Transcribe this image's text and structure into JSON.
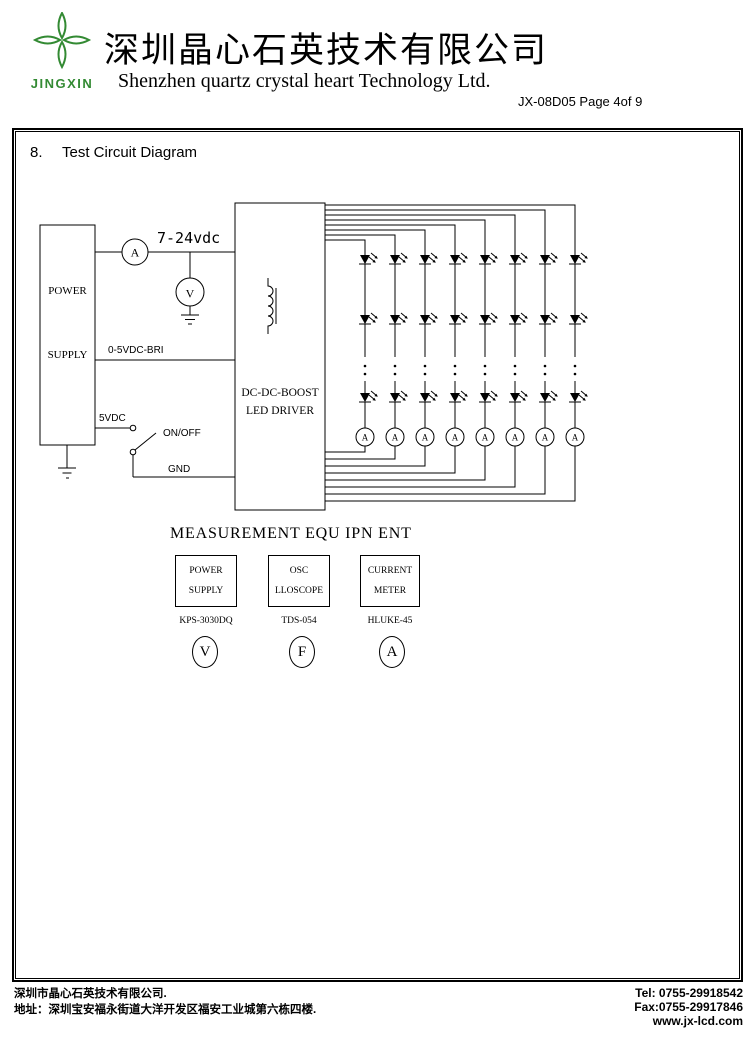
{
  "header": {
    "logo": {
      "name": "JINGXIN",
      "color": "#338a33"
    },
    "company_cn": "深圳晶心石英技术有限公司",
    "company_en": "Shenzhen quartz crystal heart Technology Ltd.",
    "doc_ref": "JX-08D05 Page 4of 9"
  },
  "section": {
    "number": "8.",
    "title": "Test Circuit Diagram"
  },
  "circuit": {
    "power_supply": {
      "line1": "POWER",
      "line2": "SUPPLY"
    },
    "driver": {
      "line1": "DC-DC-BOOST",
      "line2": "LED DRIVER"
    },
    "labels": {
      "supply_voltage": "7-24vdc",
      "brightness": "0-5VDC-BRI",
      "logic_supply": "5VDC",
      "switch": "ON/OFF",
      "ground": "GND",
      "ammeter": "A",
      "voltmeter": "V"
    },
    "led_array": {
      "columns": 8,
      "visible_rows": 3
    }
  },
  "measurement": {
    "title": "MEASUREMENT EQU IPN ENT",
    "equipment": [
      {
        "line1": "POWER",
        "line2": "SUPPLY",
        "model": "KPS-3030DQ",
        "symbol": "V"
      },
      {
        "line1": "OSC",
        "line2": "LLOSCOPE",
        "model": "TDS-054",
        "symbol": "F"
      },
      {
        "line1": "CURRENT",
        "line2": "METER",
        "model": "HLUKE-45",
        "symbol": "A"
      }
    ]
  },
  "footer": {
    "company": "深圳市晶心石英技术有限公司.",
    "address": "地址：深圳宝安福永街道大洋开发区福安工业城第六栋四楼.",
    "tel": "Tel: 0755-29918542",
    "fax": "Fax:0755-29917846",
    "website": "www.jx-lcd.com"
  }
}
